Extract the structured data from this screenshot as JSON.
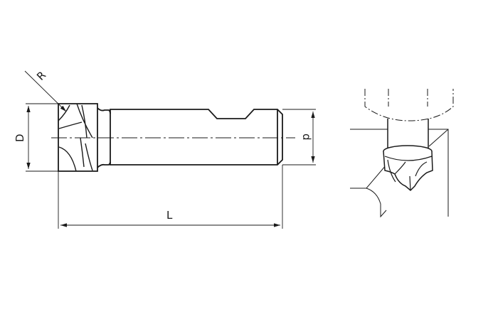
{
  "labels": {
    "radius": "R",
    "diameter": "D",
    "shank_diameter": "d",
    "length": "L"
  },
  "colors": {
    "line": "#1a1a1a",
    "background": "#ffffff"
  }
}
